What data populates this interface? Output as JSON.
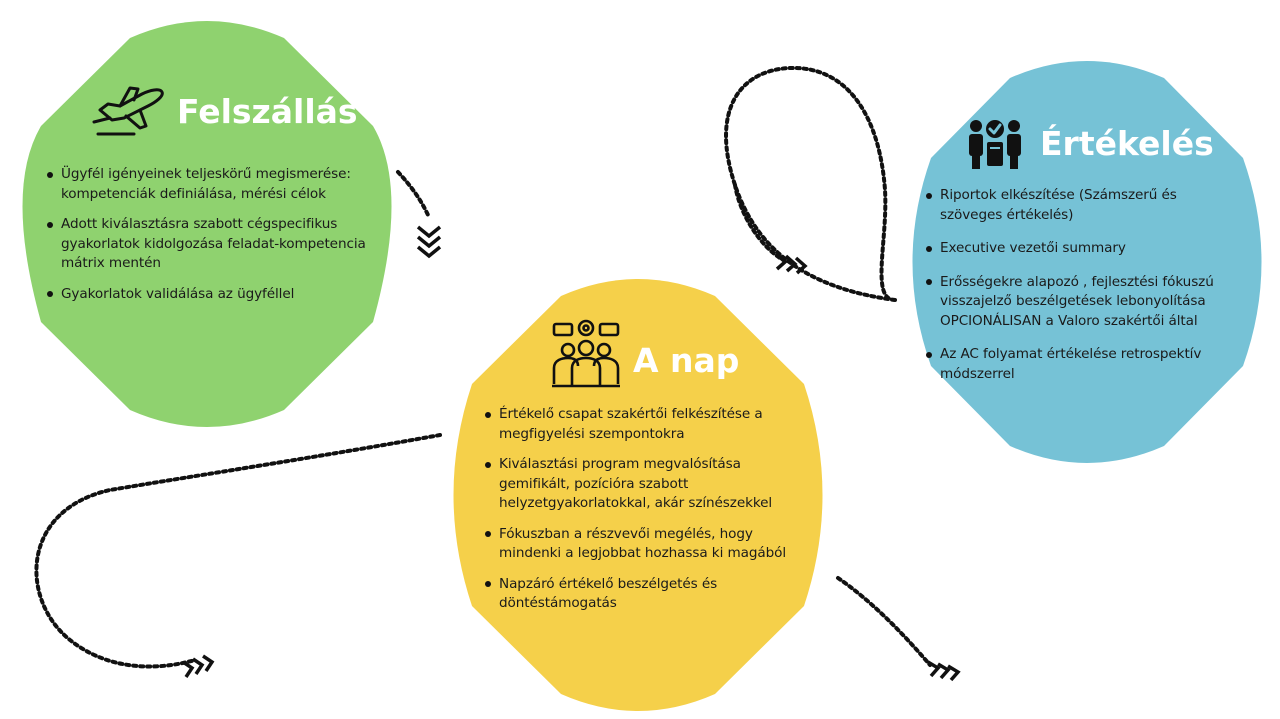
{
  "stages": [
    {
      "title": "Felszállás",
      "color": "#8fd26f",
      "icon": "airplane-takeoff-icon",
      "bullets": [
        "Ügyfél igényeinek teljeskörű megismerése:  kompetenciák definiálása, mérési célok",
        "Adott kiválasztásra szabott cégspecifikus gyakorlatok kidolgozása feladat-kompetencia mátrix mentén",
        "Gyakorlatok validálása az ügyféllel"
      ]
    },
    {
      "title": "A nap",
      "color": "#f5d04a",
      "icon": "team-discussion-gear-icon",
      "bullets": [
        "Értékelő csapat szakértői felkészítése a megfigyelési szempontokra",
        "Kiválasztási  program megvalósítása gemifikált, pozícióra szabott helyzetgyakorlatokkal, akár színészekkel",
        "Fókuszban a részvevői megélés, hogy mindenki a legjobbat hozhassa ki magából",
        "Napzáró értékelő beszélgetés és döntéstámogatás"
      ]
    },
    {
      "title": "Értékelés",
      "color": "#76c2d6",
      "icon": "team-evaluation-checkmark-icon",
      "bullets": [
        "Riportok elkészítése (Számszerű és szöveges értékelés)",
        "Executive vezetői summary",
        "Erősségekre alapozó , fejlesztési fókuszú visszajelző beszélgetések lebonyolítása OPCIONÁLISAN a Valoro szakértői által",
        "Az AC folyamat értékelése retrospektív módszerrel"
      ]
    }
  ]
}
